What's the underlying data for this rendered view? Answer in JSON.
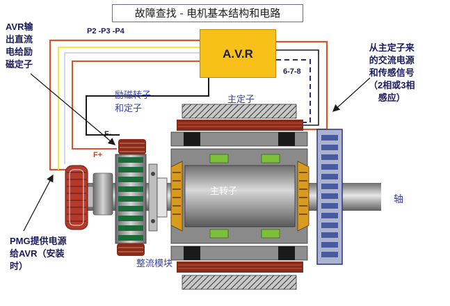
{
  "title": "故障查找 - 电机基本结构和电路",
  "avr_label": "A.V.R",
  "terminals": {
    "p_terminals": "P2 -P3 -P4",
    "sense_terminals": "6-7-8",
    "f_minus": "F-",
    "f_plus": "F+"
  },
  "labels": {
    "avr_output": [
      "AVR输",
      "出直流",
      "电给励",
      "磁定子"
    ],
    "from_main_stator": [
      "从主定子来",
      "的交流电源",
      "和传感信号",
      "（2相或3相",
      "感应）"
    ],
    "exciter": [
      "励磁转子",
      "和定子"
    ],
    "main_stator": "主定子",
    "main_rotor": "主转子",
    "shaft": "轴",
    "rectifier": "整流模块",
    "pmg": [
      "PMG提供电源",
      "给AVR（安装",
      "时）"
    ]
  },
  "colors": {
    "wire_red": "#d9532b",
    "wire_yellow": "#f3e84a",
    "wire_dark": "#1b1b1b",
    "wire_dashed": "#2a2a8a",
    "avr_fill": "#f7c117",
    "text_navy": "#1b1b5e",
    "text_blue": "#3a43a6",
    "copper": "#8a2a1a",
    "core_gray": "#9a9a9a",
    "green_pads": "#7ec03b"
  }
}
